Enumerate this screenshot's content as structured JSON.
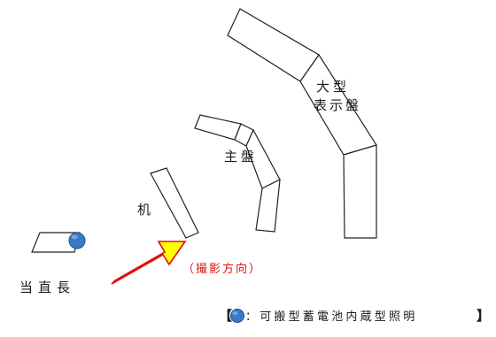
{
  "labels": {
    "large_panel_line1": "大型",
    "large_panel_line2": "表示盤",
    "main_panel": "主盤",
    "desk": "机",
    "shift_supervisor": "当直長",
    "shooting_direction": "（撮影方向）"
  },
  "legend": {
    "open_bracket": "【",
    "description": "：可搬型蓄電池内蔵型照明",
    "close_bracket": "】"
  },
  "colors": {
    "outline": "#222222",
    "light_marker": "#3a78c8",
    "arrow_fill": "#ffff00",
    "arrow_stroke": "#e01010",
    "direction_text": "#e01010"
  },
  "icons": {
    "light_marker": "filled-blue-circle",
    "direction_arrow": "yellow-arrow-red-outline"
  }
}
